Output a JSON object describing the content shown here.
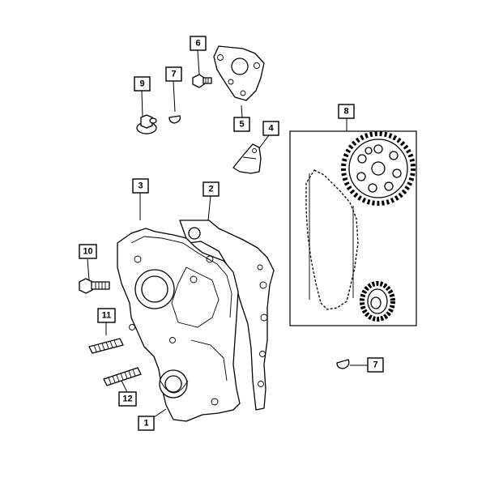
{
  "callouts": [
    {
      "id": "callout-1",
      "label": "1"
    },
    {
      "id": "callout-2",
      "label": "2"
    },
    {
      "id": "callout-3",
      "label": "3"
    },
    {
      "id": "callout-4",
      "label": "4"
    },
    {
      "id": "callout-5",
      "label": "5"
    },
    {
      "id": "callout-6",
      "label": "6"
    },
    {
      "id": "callout-7a",
      "label": "7"
    },
    {
      "id": "callout-7b",
      "label": "7"
    },
    {
      "id": "callout-8",
      "label": "8"
    },
    {
      "id": "callout-9",
      "label": "9"
    },
    {
      "id": "callout-10",
      "label": "10"
    },
    {
      "id": "callout-11",
      "label": "11"
    },
    {
      "id": "callout-12",
      "label": "12"
    }
  ]
}
